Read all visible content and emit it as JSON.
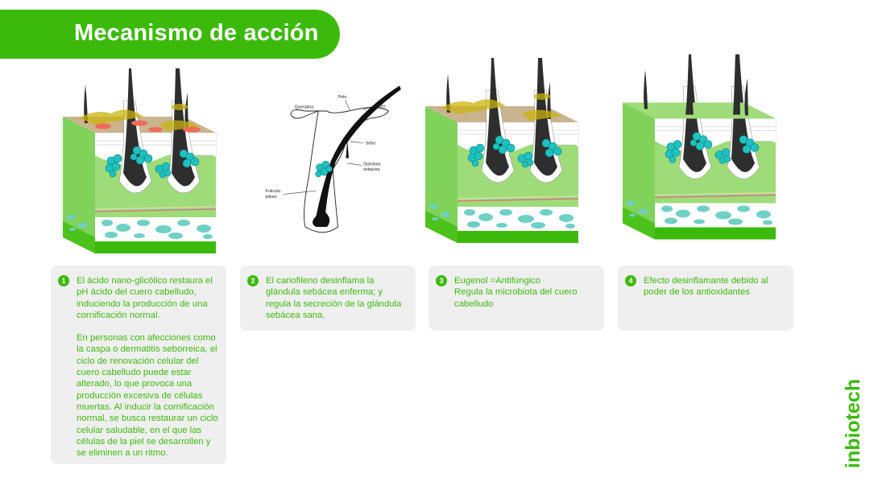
{
  "header": {
    "title": "Mecanismo de acción"
  },
  "diagram_labels": {
    "queratina": "Queratina",
    "pelo": "Pelo",
    "poro": "Poro",
    "sebo": "Sebo",
    "glandula": "Glándula sebácea",
    "glandula_l1": "Glándula",
    "glandula_l2": "sebácea",
    "foliculo_l1": "Folículo",
    "foliculo_l2": "piloso"
  },
  "steps": [
    {
      "number": "1",
      "paragraphs": [
        "El ácido nano-glicólico restaura el pH ácido del cuero cabelludo, induciendo la producción de una cornificación normal.",
        "En personas con afecciones como la caspa o dermatitis seborreica, el ciclo de renovación celular del cuero cabelludo puede estar alterado, lo que provoca una producción excesiva de células muertas. Al inducir la cornificación normal, se busca restaurar un ciclo celular saludable, en el que las células de la piel se desarrollen y se eliminen a un ritmo."
      ]
    },
    {
      "number": "2",
      "paragraphs": [
        "El cariofileno desinflama la glándula sebácea enferma; y regula la secreción de la glándula sebácea sana."
      ]
    },
    {
      "number": "3",
      "paragraphs": [
        "Eugenol =Antifúngico",
        "Regula la microbiota del cuero cabelludo"
      ]
    },
    {
      "number": "4",
      "paragraphs": [
        "Efecto desinflamante debido al poder de los antioxidantes"
      ]
    }
  ],
  "brand": {
    "name": "inbiotech"
  },
  "colors": {
    "accent": "#3cba0c",
    "card": "#efefef",
    "cells": "#1fc2c0",
    "dermis": "#9edc7a"
  }
}
